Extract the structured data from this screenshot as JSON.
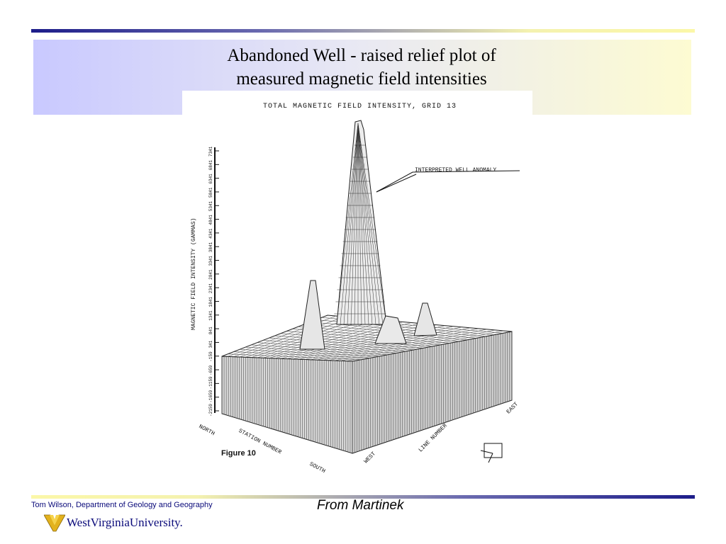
{
  "slide": {
    "title_line1": "Abandoned Well - raised relief plot of",
    "title_line2": "measured magnetic field intensities"
  },
  "figure": {
    "plot_title": "TOTAL MAGNETIC FIELD INTENSITY, GRID 13",
    "anomaly_annotation": "INTERPRETED WELL ANOMALY",
    "y_axis_label": "MAGNETIC FIELD INTENSITY (GAMMAS)",
    "y_ticks": [
      "-2159",
      "-1659",
      "-1159",
      "-659",
      "-159",
      "341",
      "841",
      "1341",
      "1841",
      "2341",
      "2841",
      "3341",
      "3841",
      "4341",
      "4841",
      "5341",
      "5841",
      "6341",
      "6841",
      "7341"
    ],
    "station_axis_label": "STATION NUMBER",
    "north_label": "NORTH",
    "south_label": "SOUTH",
    "line_axis_label": "LINE NUMBER",
    "west_label": "WEST",
    "east_label": "EAST",
    "caption": "Figure 10"
  },
  "footer": {
    "credit": "Tom Wilson, Department of Geology and Geography",
    "source": "From Martinek",
    "logo_text": "WestVirginiaUniversity."
  },
  "colors": {
    "accent_dark": "#1d1d8a",
    "accent_light": "#fbf7a8",
    "footer_text": "#0a0a7a",
    "logo_gold": "#e3b21c"
  }
}
